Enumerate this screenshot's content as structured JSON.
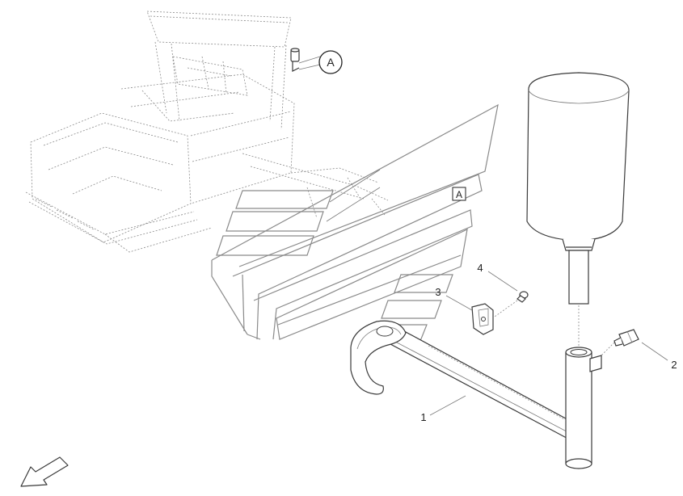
{
  "detail_ref": {
    "bubble_label": "A",
    "box_label": "A"
  },
  "callouts": [
    {
      "id": "item-1",
      "label": "1"
    },
    {
      "id": "item-2",
      "label": "2"
    },
    {
      "id": "item-3",
      "label": "3"
    },
    {
      "id": "item-4",
      "label": "4"
    }
  ],
  "icons": {
    "view_direction": "arrow-down-left-icon",
    "lamp": "rotating-beacon-lamp"
  }
}
